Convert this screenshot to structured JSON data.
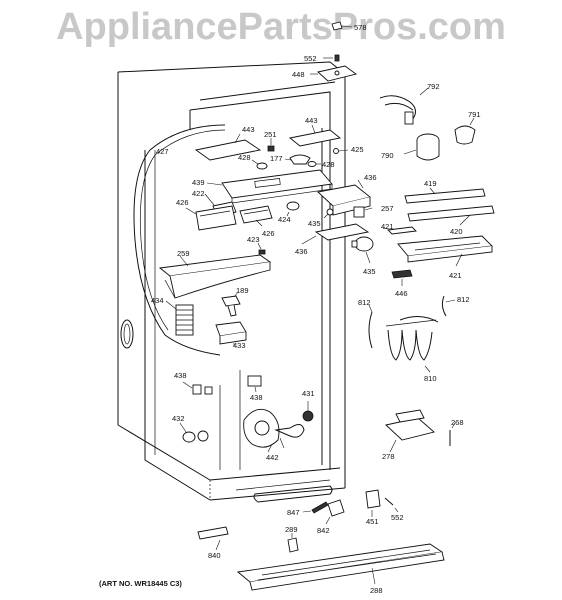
{
  "watermark": "AppliancePartsPros.com",
  "art_number": "(ART NO. WR18445 C3)",
  "callouts": {
    "c578": "578",
    "c552a": "552",
    "c448": "448",
    "c792": "792",
    "c791": "791",
    "c443a": "443",
    "c443b": "443",
    "c251": "251",
    "c425": "425",
    "c427": "427",
    "c428a": "428",
    "c177": "177",
    "c428b": "428",
    "c790": "790",
    "c439": "439",
    "c436a": "436",
    "c419": "419",
    "c422": "422",
    "c426a": "426",
    "c424": "424",
    "c257": "257",
    "c435a": "435",
    "c421a": "421",
    "c420": "420",
    "c426b": "426",
    "c423": "423",
    "c436b": "436",
    "c259": "259",
    "c435b": "435",
    "c421b": "421",
    "c446": "446",
    "c189": "189",
    "c434": "434",
    "c812a": "812",
    "c812b": "812",
    "c433": "433",
    "c810": "810",
    "c438a": "438",
    "c438b": "438",
    "c431": "431",
    "c432": "432",
    "c268": "268",
    "c442": "442",
    "c278": "278",
    "c847": "847",
    "c842": "842",
    "c451": "451",
    "c552b": "552",
    "c289": "289",
    "c840": "840",
    "c288": "288"
  }
}
